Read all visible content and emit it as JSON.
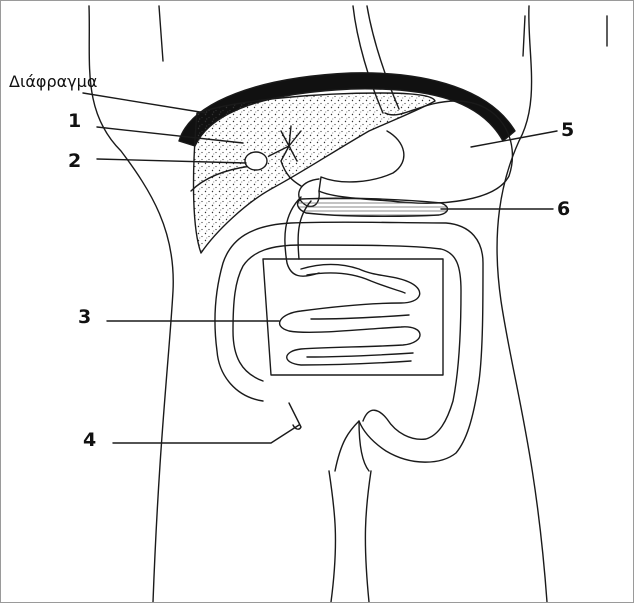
{
  "diagram": {
    "diaphragm_label": "Διάφραγμα",
    "numbered_labels": [
      "1",
      "2",
      "3",
      "4",
      "5",
      "6"
    ]
  }
}
